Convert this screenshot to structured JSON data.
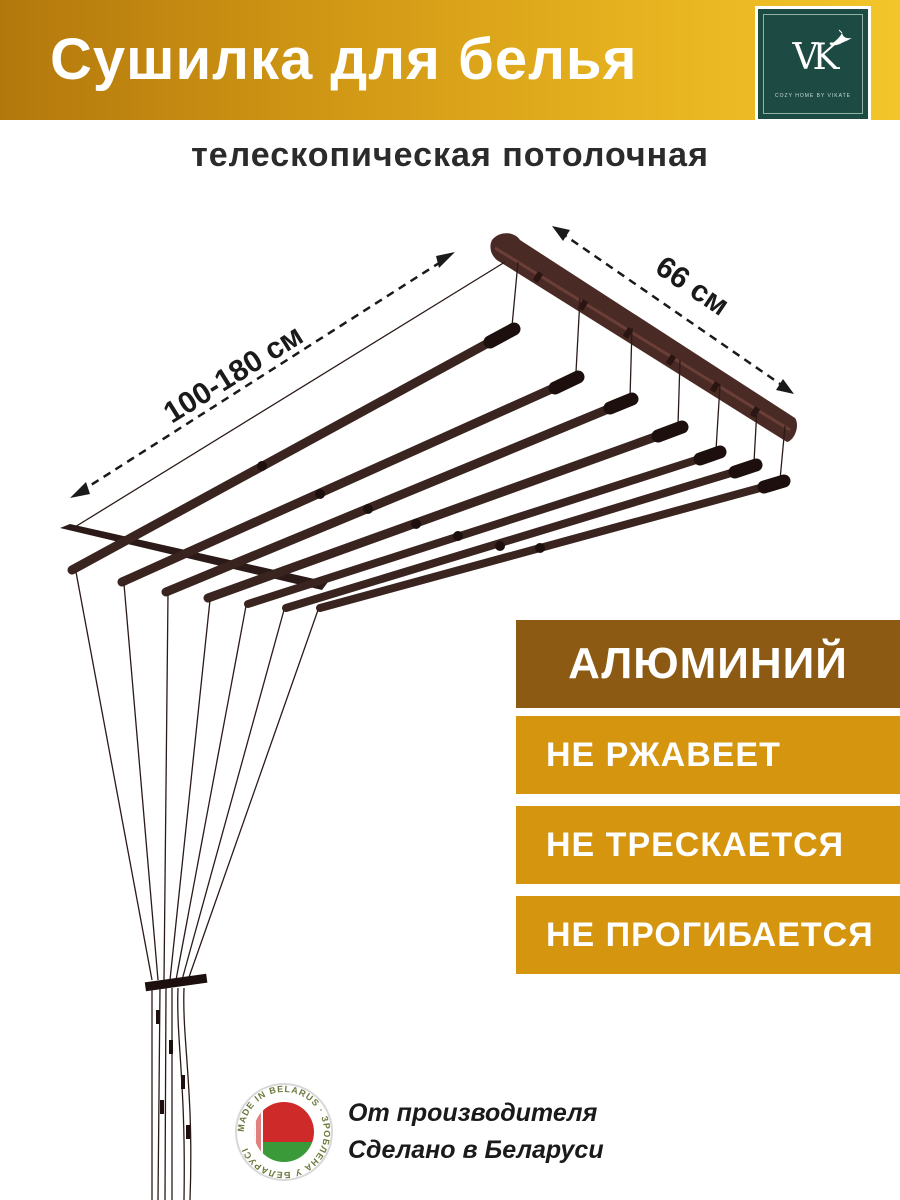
{
  "header": {
    "title": "Сушилка для белья",
    "subtitle": "телескопическая потолочная"
  },
  "logo": {
    "mark": "VK",
    "tagline": "COZY HOME BY VIKATE"
  },
  "dimensions": {
    "length": "100-180 см",
    "width": "66 см"
  },
  "features": {
    "material": "АЛЮМИНИЙ",
    "items": [
      "НЕ РЖАВЕЕТ",
      "НЕ ТРЕСКАЕТСЯ",
      "НЕ ПРОГИБАЕТСЯ"
    ]
  },
  "origin": {
    "line1": "От производителя",
    "line2": "Сделано в Беларуси",
    "badge_text": "MADE IN BELARUS · ЗРОБЛЕНА У БЕЛАРУСІ"
  },
  "colors": {
    "banner": "#d39a16",
    "feature_main": "#8c5a12",
    "feature": "#d6950f",
    "rod": "#3a2420",
    "logo_bg": "#1d4a43"
  }
}
